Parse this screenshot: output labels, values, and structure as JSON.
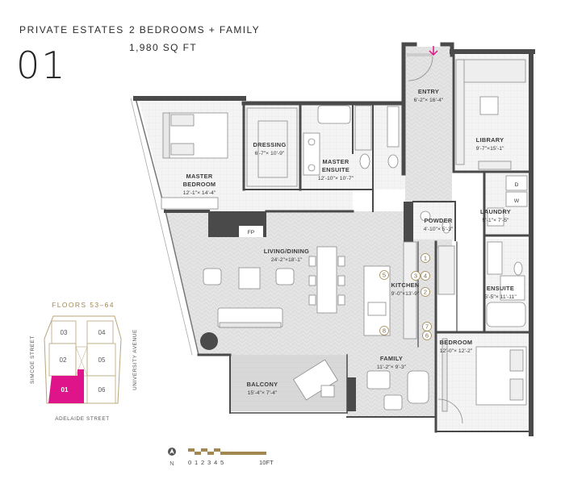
{
  "header": {
    "collection": "PRIVATE ESTATES",
    "unit_number": "01",
    "unit_type": "2 BEDROOMS + FAMILY",
    "area": "1,980 SQ FT"
  },
  "rooms": {
    "entry": {
      "name": "ENTRY",
      "dims": "6'-2\"× 16'-4\""
    },
    "library": {
      "name": "LIBRARY",
      "dims": "9'-7\"×15'-1\""
    },
    "dressing": {
      "name": "DRESSING",
      "dims": "6'-7\"× 10'-9\""
    },
    "master_ensuite": {
      "name": "MASTER",
      "name2": "ENSUITE",
      "dims": "12'-10\"× 10'-7\""
    },
    "master_bedroom": {
      "name": "MASTER",
      "name2": "BEDROOM",
      "dims": "12'-1\"× 14'-4\""
    },
    "laundry": {
      "name": "LAUNDRY",
      "dims": "5'-1\"× 7'-5\""
    },
    "powder": {
      "name": "POWDER",
      "dims": "4'-10\"× 5'-3\""
    },
    "living": {
      "name": "LIVING/DINING",
      "dims": "24'-2\"×18'-1\""
    },
    "kitchen": {
      "name": "KITCHEN",
      "dims": "9'-0\"×13'-9\""
    },
    "ensuite": {
      "name": "ENSUITE",
      "dims": "5'-5\"× 11'-11\""
    },
    "bedroom": {
      "name": "BEDROOM",
      "dims": "12'-0\"× 12'-2\""
    },
    "family": {
      "name": "FAMILY",
      "dims": "11'-2\"× 9'-3\""
    },
    "balcony": {
      "name": "BALCONY",
      "dims": "15'-4\"× 7'-4\""
    }
  },
  "labels": {
    "fireplace": "FP",
    "washer": "W",
    "dryer": "D"
  },
  "appliance_keys": [
    "1",
    "2",
    "3",
    "4",
    "5",
    "6",
    "7",
    "8"
  ],
  "keyplan": {
    "floors": "FLOORS 53–64",
    "units": [
      "03",
      "04",
      "02",
      "05",
      "01",
      "06"
    ],
    "highlighted_unit": "01",
    "street_left": "SIMCOE STREET",
    "street_right": "UNIVERSITY AVENUE",
    "street_bottom": "ADELAIDE STREET"
  },
  "scale": {
    "north": "N",
    "ticks": [
      "0",
      "1",
      "2",
      "3",
      "4",
      "5"
    ],
    "end": "10FT"
  },
  "colors": {
    "wall": "#4a4a4a",
    "floor_living": "#e6e6e6",
    "floor_room": "#f2f2f2",
    "key_gold": "#a08850",
    "accent_pink": "#e0148a",
    "balcony": "#d9d9d9"
  }
}
